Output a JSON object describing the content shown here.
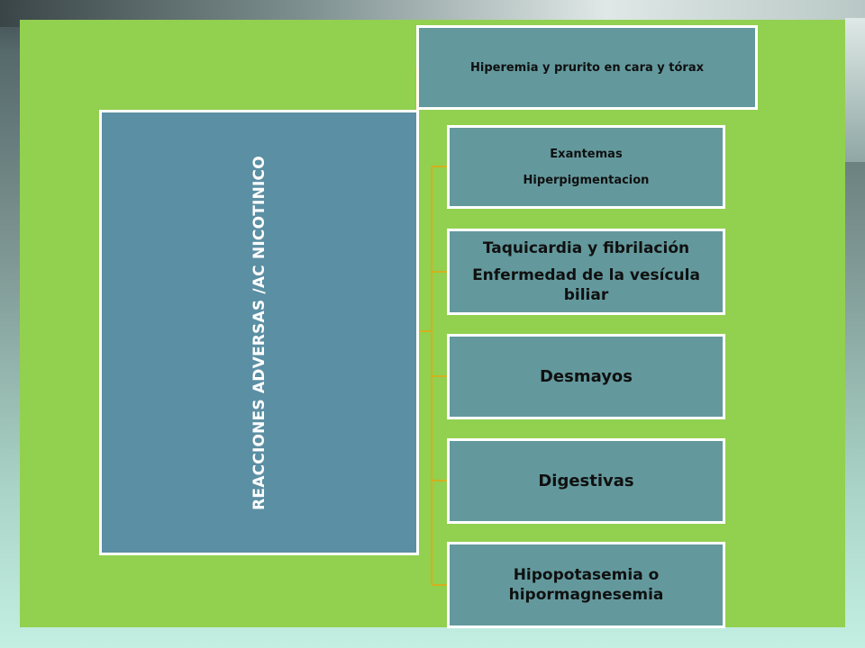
{
  "diagram": {
    "root_label": "REACCIONES  ADVERSAS /AC NICOTINICO",
    "children": [
      {
        "lines": [
          "Hiperemia y prurito en cara y tórax"
        ]
      },
      {
        "lines": [
          "Exantemas",
          "Hiperpigmentacion"
        ]
      },
      {
        "lines": [
          "Taquicardia y fibrilación",
          "Enfermedad de la vesícula biliar"
        ]
      },
      {
        "lines": [
          "Desmayos"
        ]
      },
      {
        "lines": [
          "Digestivas"
        ]
      },
      {
        "lines": [
          "Hipopotasemia o hipormagnesemia"
        ]
      }
    ]
  },
  "colors": {
    "panel_green": "#92d050",
    "root_fill": "#5b8fa3",
    "child_fill": "#63999d",
    "connector": "#ffc000"
  }
}
